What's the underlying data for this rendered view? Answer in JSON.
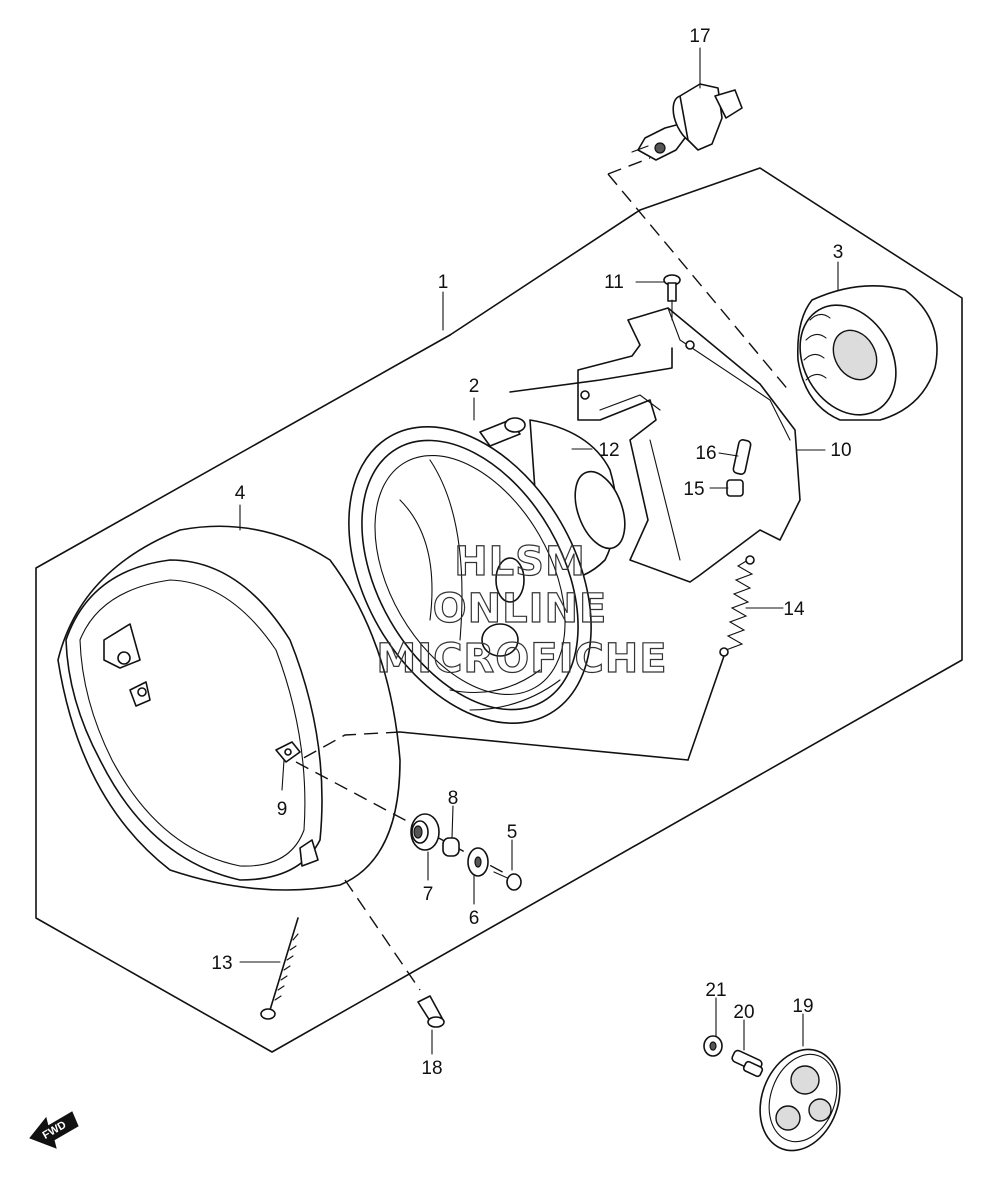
{
  "diagram": {
    "callouts": [
      {
        "id": "c1",
        "label": "1"
      },
      {
        "id": "c2",
        "label": "2"
      },
      {
        "id": "c3",
        "label": "3"
      },
      {
        "id": "c4",
        "label": "4"
      },
      {
        "id": "c5",
        "label": "5"
      },
      {
        "id": "c6",
        "label": "6"
      },
      {
        "id": "c7",
        "label": "7"
      },
      {
        "id": "c8",
        "label": "8"
      },
      {
        "id": "c9",
        "label": "9"
      },
      {
        "id": "c10",
        "label": "10"
      },
      {
        "id": "c11",
        "label": "11"
      },
      {
        "id": "c12",
        "label": "12"
      },
      {
        "id": "c13",
        "label": "13"
      },
      {
        "id": "c14",
        "label": "14"
      },
      {
        "id": "c15",
        "label": "15"
      },
      {
        "id": "c16",
        "label": "16"
      },
      {
        "id": "c17",
        "label": "17"
      },
      {
        "id": "c18",
        "label": "18"
      },
      {
        "id": "c19",
        "label": "19"
      },
      {
        "id": "c20",
        "label": "20"
      },
      {
        "id": "c21",
        "label": "21"
      }
    ],
    "watermark": [
      "HLSM",
      "ONLINE",
      "MICROFICHE"
    ],
    "direction_marker": "FWD"
  }
}
